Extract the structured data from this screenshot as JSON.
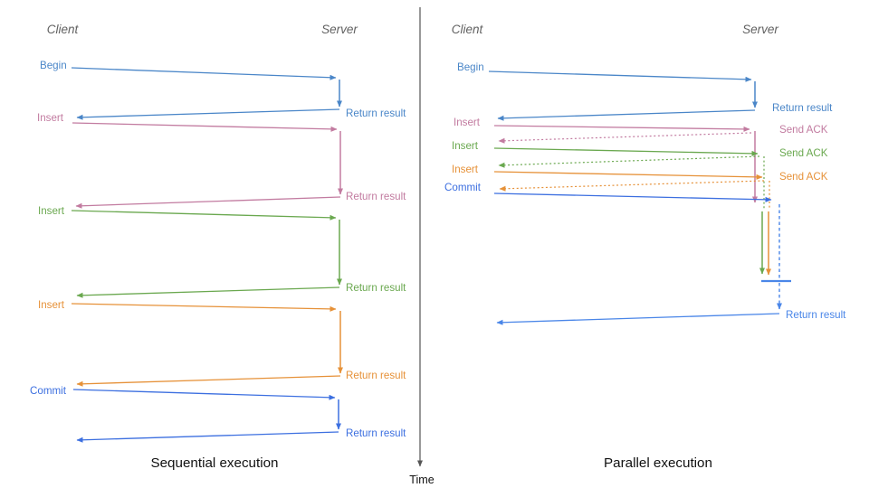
{
  "left": {
    "client_header": "Client",
    "server_header": "Server",
    "title": "Sequential execution",
    "rows": [
      {
        "request": "Begin",
        "response": "Return result"
      },
      {
        "request": "Insert",
        "response": "Return result"
      },
      {
        "request": "Insert",
        "response": "Return result"
      },
      {
        "request": "Insert",
        "response": "Return result"
      },
      {
        "request": "Commit",
        "response": "Return result"
      }
    ]
  },
  "right": {
    "client_header": "Client",
    "server_header": "Server",
    "title": "Parallel execution",
    "rows": [
      {
        "request": "Begin",
        "response": "Return result"
      },
      {
        "request": "Insert",
        "response": "Send ACK"
      },
      {
        "request": "Insert",
        "response": "Send ACK"
      },
      {
        "request": "Insert",
        "response": "Send ACK"
      },
      {
        "request": "Commit",
        "response": "Return result"
      }
    ]
  },
  "time_axis": {
    "label": "Time"
  },
  "colors": {
    "begin_blue": "#4a86c8",
    "commit_blue": "#3c6fe0",
    "result_blue": "#4a86e8",
    "insert_pink": "#c27ba0",
    "insert_green": "#6aa84f",
    "insert_orange": "#e69138",
    "axis_gray": "#555555",
    "header_gray": "#616161",
    "title_black": "#111111"
  }
}
